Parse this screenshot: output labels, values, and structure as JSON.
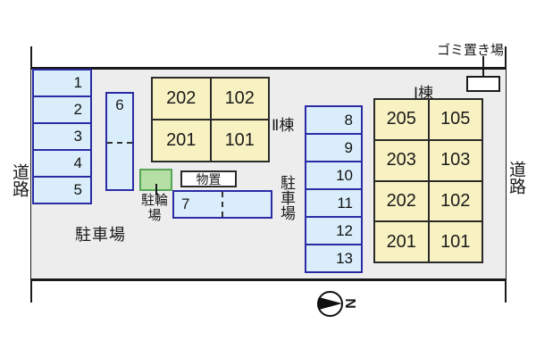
{
  "labels": {
    "road_left": "道路",
    "road_right": "道路",
    "garbage": "ゴミ置き場",
    "parking_lot_main": "駐車場",
    "parking_lot_right": "駐車場",
    "bicycle": "駐輪場",
    "storage": "物置",
    "building1": "Ⅰ棟",
    "building2": "Ⅱ棟",
    "compass_north": "N"
  },
  "parking_left_spaces": [
    "1",
    "2",
    "3",
    "4",
    "5"
  ],
  "space6": "6",
  "space7": "7",
  "parking_right_spaces": [
    "8",
    "9",
    "10",
    "11",
    "12",
    "13"
  ],
  "building1_rooms": [
    [
      "205",
      "105"
    ],
    [
      "203",
      "103"
    ],
    [
      "202",
      "102"
    ],
    [
      "201",
      "101"
    ]
  ],
  "building2_rooms": [
    [
      "202",
      "102"
    ],
    [
      "201",
      "101"
    ]
  ],
  "colors": {
    "site_bg": "#ededed",
    "parking_fill": "#d9eefa",
    "parking_border": "#2b2ba6",
    "room_fill": "#f8f2c2",
    "room_border": "#2a2a2a",
    "bicycle_fill": "#b5dfa5",
    "bicycle_border": "#55a555",
    "line": "#1a1a1a"
  }
}
